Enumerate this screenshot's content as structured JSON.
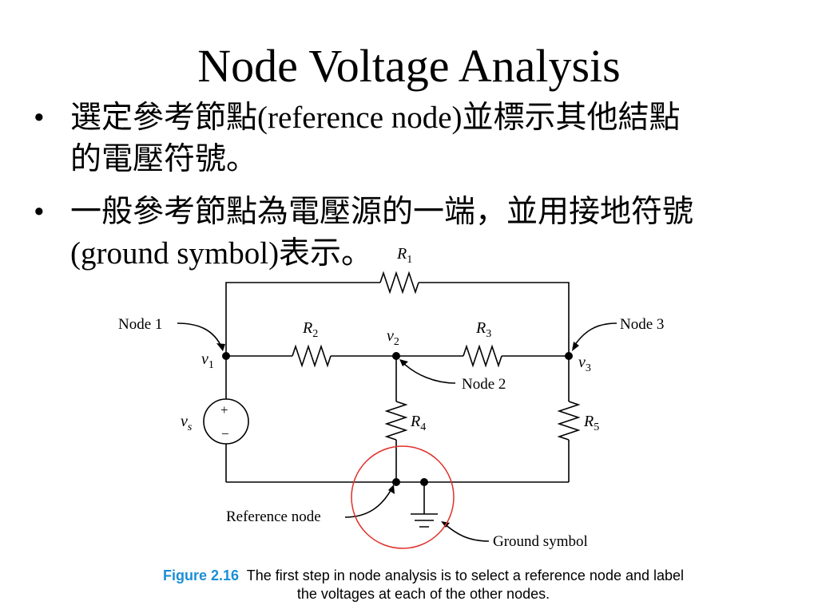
{
  "slide": {
    "title": "Node Voltage Analysis",
    "bullets": [
      {
        "marker": "•",
        "lines": [
          "選定參考節點(reference node)並標示其他結點",
          "的電壓符號。"
        ]
      },
      {
        "marker": "•",
        "lines": [
          "一般參考節點為電壓源的一端，並用接地符號",
          "(ground symbol)表示。"
        ]
      }
    ]
  },
  "figure": {
    "labels": {
      "R1": "R",
      "R1_sub": "1",
      "R2": "R",
      "R2_sub": "2",
      "R3": "R",
      "R3_sub": "3",
      "R4": "R",
      "R4_sub": "4",
      "R5": "R",
      "R5_sub": "5",
      "v1": "v",
      "v1_sub": "1",
      "v2": "v",
      "v2_sub": "2",
      "v3": "v",
      "v3_sub": "3",
      "vs": "v",
      "vs_sub": "s",
      "node1": "Node 1",
      "node2": "Node 2",
      "node3": "Node 3",
      "reference_node": "Reference node",
      "ground_symbol": "Ground symbol",
      "plus": "+",
      "minus": "−"
    },
    "caption_label": "Figure 2.16",
    "caption_text": "The first step in node analysis is to select a reference node and label",
    "caption_text2": "the voltages at each of the other nodes.",
    "colors": {
      "caption_label": "#1a8fd6",
      "highlight_circle": "#e0302a"
    }
  }
}
